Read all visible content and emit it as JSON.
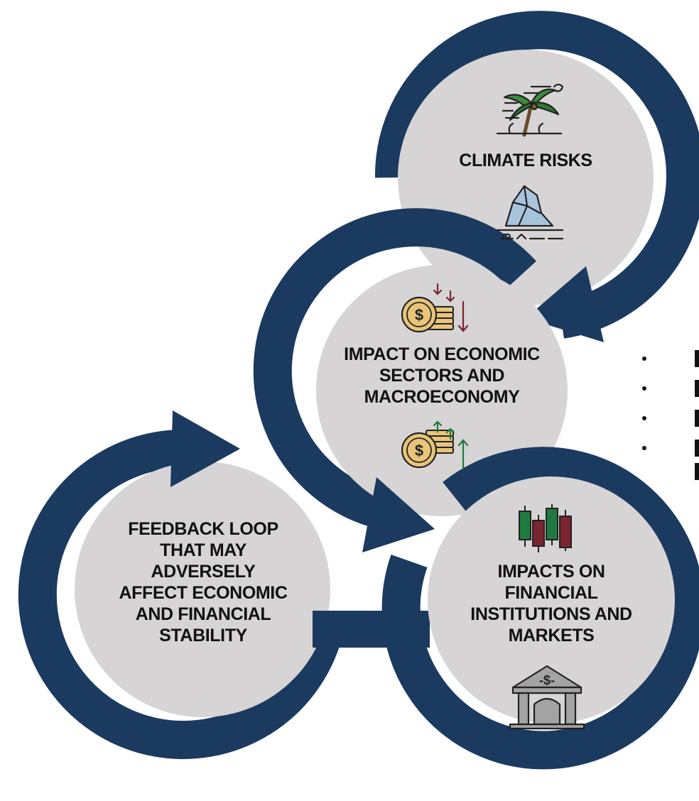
{
  "nodes": {
    "climate": {
      "lines": [
        "CLIMATE RISKS"
      ]
    },
    "economic": {
      "lines": [
        "IMPACT ON ECONOMIC",
        "SECTORS AND",
        "MACROECONOMY"
      ]
    },
    "financial": {
      "lines": [
        "IMPACTS ON",
        "FINANCIAL",
        "INSTITUTIONS AND",
        "MARKETS"
      ]
    },
    "feedback": {
      "lines": [
        "FEEDBACK LOOP",
        "THAT MAY",
        "ADVERSELY",
        "AFFECT ECONOMIC",
        "AND FINANCIAL",
        "STABILITY"
      ]
    }
  },
  "icons": [
    "palm-tree-icon",
    "iceberg-icon",
    "coins-down-icon",
    "coins-up-icon",
    "candlestick-icon",
    "bank-icon"
  ],
  "colors": {
    "ring": "#1b3a5f",
    "circle": "#d6d4d5",
    "gold": "#e8c579",
    "green": "#1f7a3f",
    "maroon": "#7a2332",
    "ice": "#a8c4dd",
    "stone": "#a3a3a3"
  }
}
